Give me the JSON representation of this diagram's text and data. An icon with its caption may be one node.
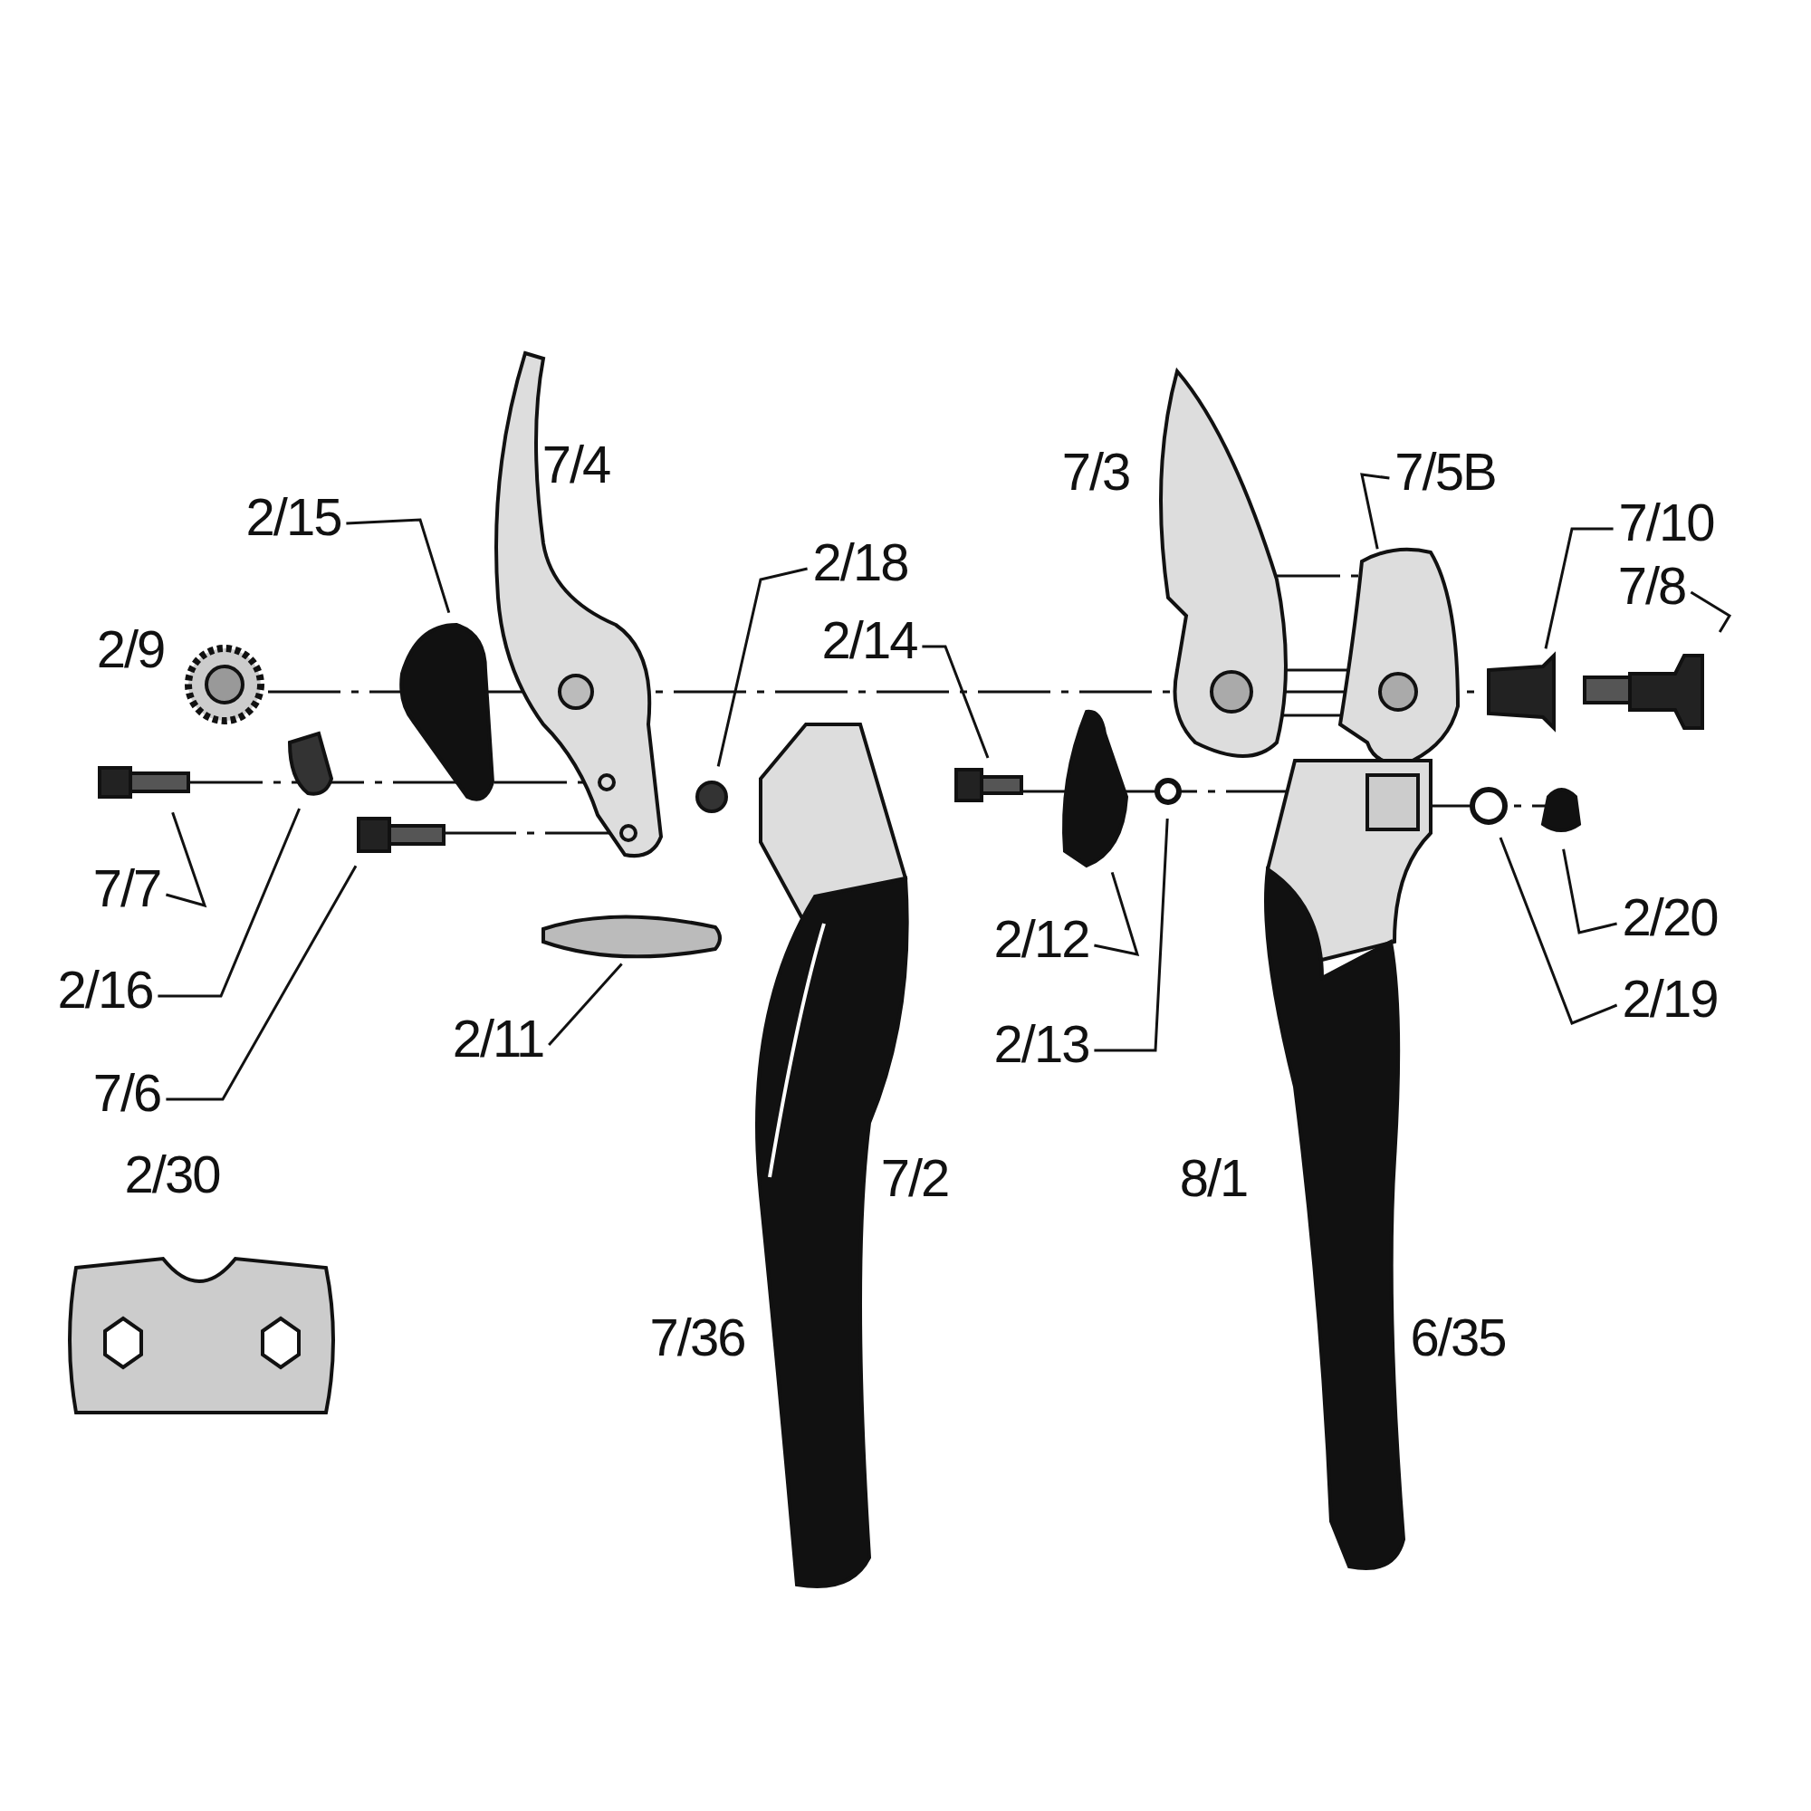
{
  "diagram": {
    "nodes": [
      {
        "text": [
          "7/5B"
        ]
      },
      {
        "text": [
          "7/10"
        ]
      },
      {
        "text": [
          "2/15"
        ]
      },
      {
        "text": [
          "2/18"
        ]
      },
      {
        "text": [
          "7/8"
        ]
      },
      {
        "text": [
          "2/14"
        ]
      },
      {
        "text": [
          "7/7"
        ]
      },
      {
        "text": [
          "2/20"
        ]
      },
      {
        "text": [
          "2/12"
        ]
      },
      {
        "text": [
          "2/16"
        ]
      },
      {
        "text": [
          "2/19"
        ]
      },
      {
        "text": [
          "2/11"
        ]
      },
      {
        "text": [
          "2/13"
        ]
      },
      {
        "text": [
          "7/6"
        ]
      }
    ],
    "edges": [
      {
        "from": 0,
        "to": null,
        "arrow": "none"
      },
      {
        "from": 1,
        "to": null,
        "arrow": "none"
      },
      {
        "from": 2,
        "to": null,
        "arrow": "none"
      },
      {
        "from": 3,
        "to": null,
        "arrow": "none"
      },
      {
        "from": 4,
        "to": null,
        "arrow": "none"
      },
      {
        "from": 5,
        "to": null,
        "arrow": "none"
      },
      {
        "from": 6,
        "to": null,
        "arrow": "none"
      },
      {
        "from": 7,
        "to": null,
        "arrow": "none"
      },
      {
        "from": 8,
        "to": null,
        "arrow": "none"
      },
      {
        "from": 9,
        "to": null,
        "arrow": "none"
      },
      {
        "from": 10,
        "to": null,
        "arrow": "none"
      },
      {
        "from": 11,
        "to": null,
        "arrow": "none"
      },
      {
        "from": 12,
        "to": null,
        "arrow": "none"
      },
      {
        "from": 13,
        "to": null,
        "arrow": "none"
      }
    ],
    "labels": [
      "7/4",
      "7/3",
      "2/9",
      "2/30",
      "7/2",
      "8/1",
      "7/36",
      "6/35"
    ]
  }
}
